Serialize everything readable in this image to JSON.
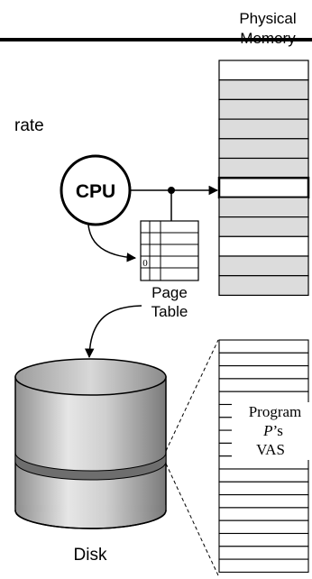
{
  "header": {
    "title_line1": "Physical",
    "title_line2": "Memory",
    "left_fragment": "rate"
  },
  "cpu": {
    "label": "CPU"
  },
  "page_table": {
    "label_line1": "Page",
    "label_line2": "Table",
    "cell_value": "0"
  },
  "disk": {
    "label": "Disk"
  },
  "program_vas": {
    "line1": "Program",
    "line2_italic": "P",
    "line2_rest": "’s",
    "line3": "VAS"
  },
  "physical_memory": {
    "slots": [
      "white",
      "gray",
      "gray",
      "gray",
      "gray",
      "gray",
      "white",
      "gray",
      "gray",
      "white",
      "gray",
      "gray"
    ],
    "highlighted_slot": 6
  },
  "vas_stack": {
    "slots": [
      "white",
      "white",
      "white",
      "white",
      "white",
      "white",
      "white",
      "white",
      "white",
      "white",
      "white",
      "white",
      "white",
      "white",
      "white",
      "white",
      "white",
      "white"
    ]
  },
  "colors": {
    "slot_gray": "#dcdcdc",
    "slot_white": "#ffffff",
    "stroke": "#000000",
    "disk_body": "#c8c8c8",
    "disk_band": "#707070"
  }
}
